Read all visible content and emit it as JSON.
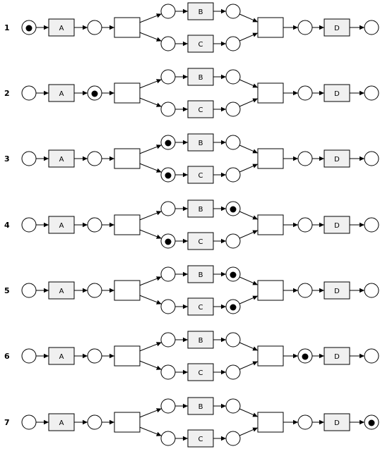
{
  "colors": {
    "stroke": "#000000",
    "labeled_transition_fill": "#f0f0f0",
    "split_join_fill": "#ffffff",
    "token": "#000000"
  },
  "net": {
    "places": [
      "p0",
      "p1",
      "pB_in",
      "pC_in",
      "pB_out",
      "pC_out",
      "p4",
      "p5"
    ],
    "transitions": [
      {
        "id": "A",
        "label": "A"
      },
      {
        "id": "split",
        "label": ""
      },
      {
        "id": "B",
        "label": "B"
      },
      {
        "id": "C",
        "label": "C"
      },
      {
        "id": "join",
        "label": ""
      },
      {
        "id": "D",
        "label": "D"
      }
    ],
    "arcs": [
      [
        "p0",
        "A"
      ],
      [
        "A",
        "p1"
      ],
      [
        "p1",
        "split"
      ],
      [
        "split",
        "pB_in"
      ],
      [
        "split",
        "pC_in"
      ],
      [
        "pB_in",
        "B"
      ],
      [
        "pC_in",
        "C"
      ],
      [
        "B",
        "pB_out"
      ],
      [
        "C",
        "pC_out"
      ],
      [
        "pB_out",
        "join"
      ],
      [
        "pC_out",
        "join"
      ],
      [
        "join",
        "p4"
      ],
      [
        "p4",
        "D"
      ],
      [
        "D",
        "p5"
      ]
    ]
  },
  "rows": [
    {
      "label": "1",
      "marked": [
        "p0"
      ]
    },
    {
      "label": "2",
      "marked": [
        "p1"
      ]
    },
    {
      "label": "3",
      "marked": [
        "pB_in",
        "pC_in"
      ]
    },
    {
      "label": "4",
      "marked": [
        "pB_out",
        "pC_in"
      ]
    },
    {
      "label": "5",
      "marked": [
        "pB_out",
        "pC_out"
      ]
    },
    {
      "label": "6",
      "marked": [
        "p4"
      ]
    },
    {
      "label": "7",
      "marked": [
        "p5"
      ]
    }
  ]
}
